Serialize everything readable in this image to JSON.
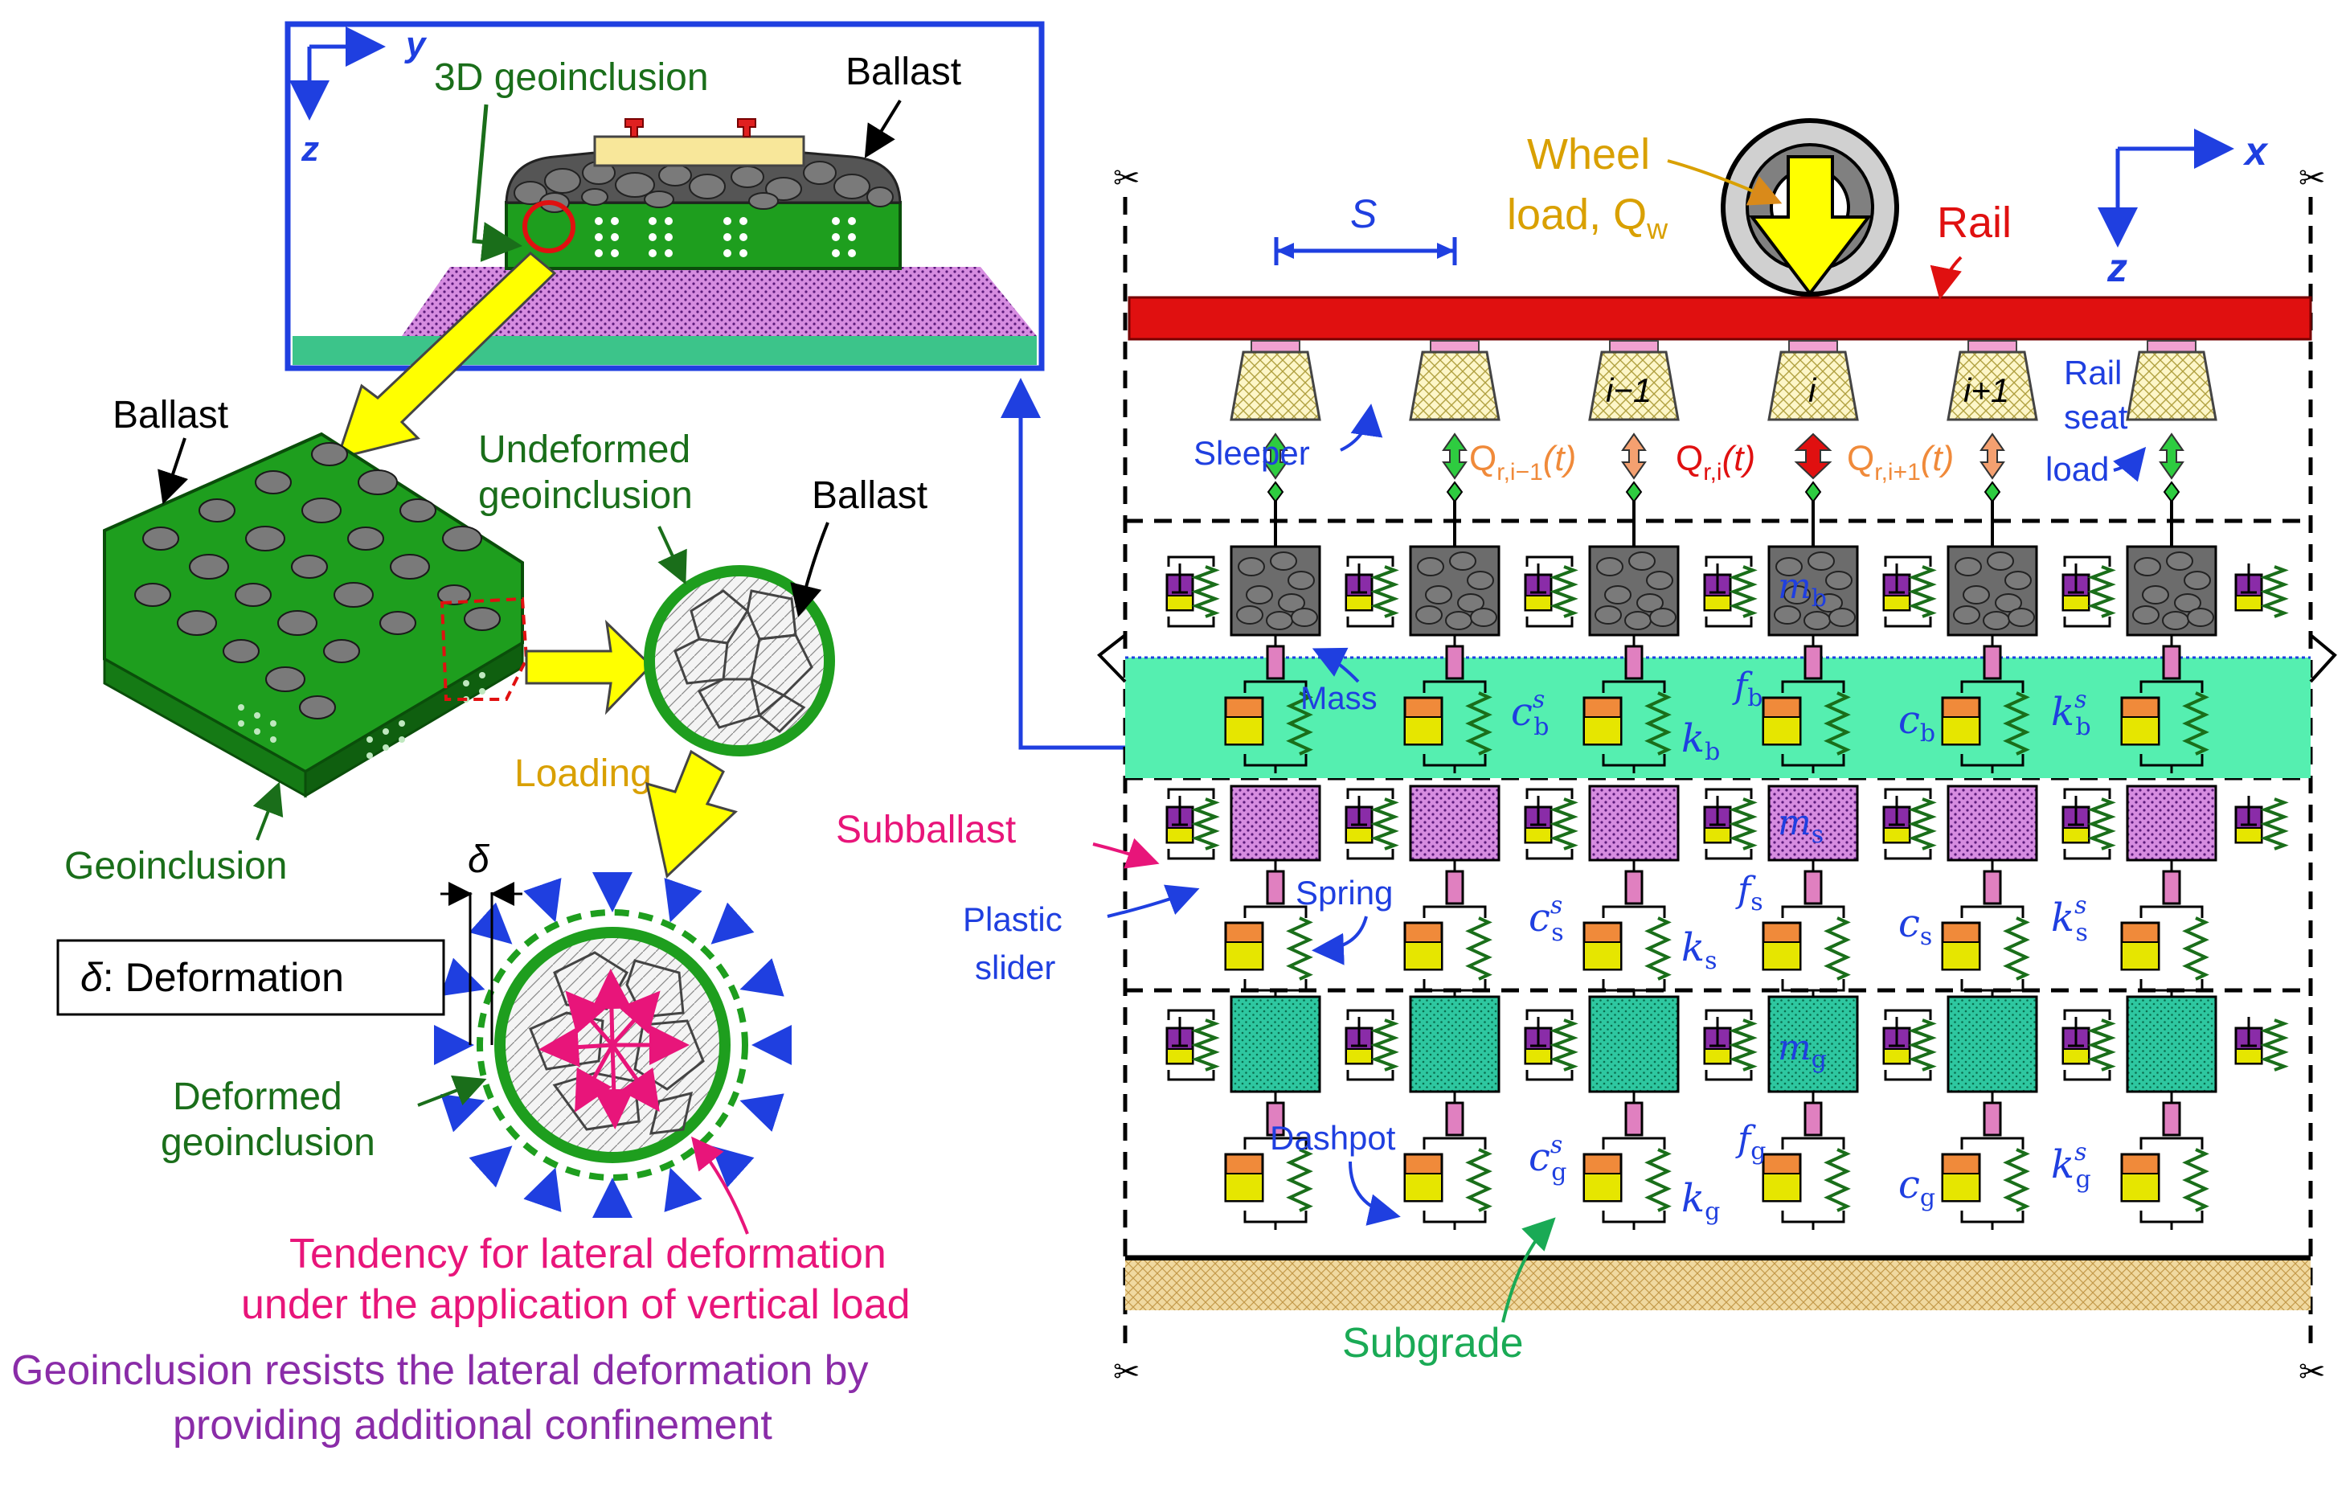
{
  "inset": {
    "axis_y": "y",
    "axis_z": "z",
    "geoinclusion_3d": "3D geoinclusion",
    "ballast": "Ballast"
  },
  "left": {
    "ballast_cells": "Ballast",
    "undeformed_line1": "Undeformed",
    "undeformed_line2": "geoinclusion",
    "ballast_circle": "Ballast",
    "loading": "Loading",
    "geoinclusion": "Geoinclusion",
    "delta_symbol": "δ",
    "delta_def_symbol": "δ",
    "delta_def_text": ": Deformation",
    "deformed_line1": "Deformed",
    "deformed_line2": "geoinclusion",
    "tendency_line1": "Tendency for lateral deformation",
    "tendency_line2": "under the application of vertical load",
    "resist_line1": "Geoinclusion resists the lateral deformation by",
    "resist_line2": "providing additional confinement"
  },
  "right": {
    "wheel_line1": "Wheel",
    "wheel_line2": "load, Q",
    "wheel_sub": "w",
    "rail": "Rail",
    "axis_x": "x",
    "axis_z": "z",
    "spacing": "S",
    "sleeper": "Sleeper",
    "sleeper_labels": [
      "i−1",
      "i",
      "i+1"
    ],
    "rail_seat_line1": "Rail",
    "rail_seat_line2": "seat",
    "rail_seat_line3": "load",
    "q_prev": "Q",
    "q_prev_sub": "r,i−1",
    "q_i": "Q",
    "q_i_sub": "r,i",
    "q_next": "Q",
    "q_next_sub": "r,i+1",
    "t_arg": "(t)",
    "mass": "Mass",
    "subballast": "Subballast",
    "plastic_line1": "Plastic",
    "plastic_line2": "slider",
    "spring": "Spring",
    "dashpot": "Dashpot",
    "subgrade": "Subgrade",
    "ballast_layer": {
      "m": "m",
      "m_sub": "b",
      "f": "f",
      "f_sub": "b",
      "c": "c",
      "c_sub": "b",
      "k": "k",
      "k_sub": "b",
      "cs": "c",
      "cs_sub": "b",
      "cs_sup": "s",
      "ks": "k",
      "ks_sub": "b",
      "ks_sup": "s"
    },
    "subballast_layer": {
      "m": "m",
      "m_sub": "s",
      "f": "f",
      "f_sub": "s",
      "c": "c",
      "c_sub": "s",
      "k": "k",
      "k_sub": "s",
      "cs": "c",
      "cs_sub": "s",
      "cs_sup": "s",
      "ks": "k",
      "ks_sub": "s",
      "ks_sup": "s"
    },
    "subgrade_layer": {
      "m": "m",
      "m_sub": "g",
      "f": "f",
      "f_sub": "g",
      "c": "c",
      "c_sub": "g",
      "k": "k",
      "k_sub": "g",
      "cs": "c",
      "cs_sub": "g",
      "cs_sup": "s",
      "ks": "k",
      "ks_sub": "g",
      "ks_sup": "s"
    }
  },
  "colors": {
    "blue": "#1f3fe0",
    "dark_green": "#1a6e1a",
    "orange": "#d98a1a",
    "red": "#e01010",
    "magenta": "#e8157a",
    "purple": "#8a2ca8",
    "ballast_fill": "#6c6c6c",
    "geo_green": "#1e9e1e",
    "ballast_layer_fill": "#55efb0",
    "subballast_fill": "#c86ad8",
    "subgrade_mass_fill": "#2ec7a0",
    "subgrade_soil": "#e8c98a"
  }
}
